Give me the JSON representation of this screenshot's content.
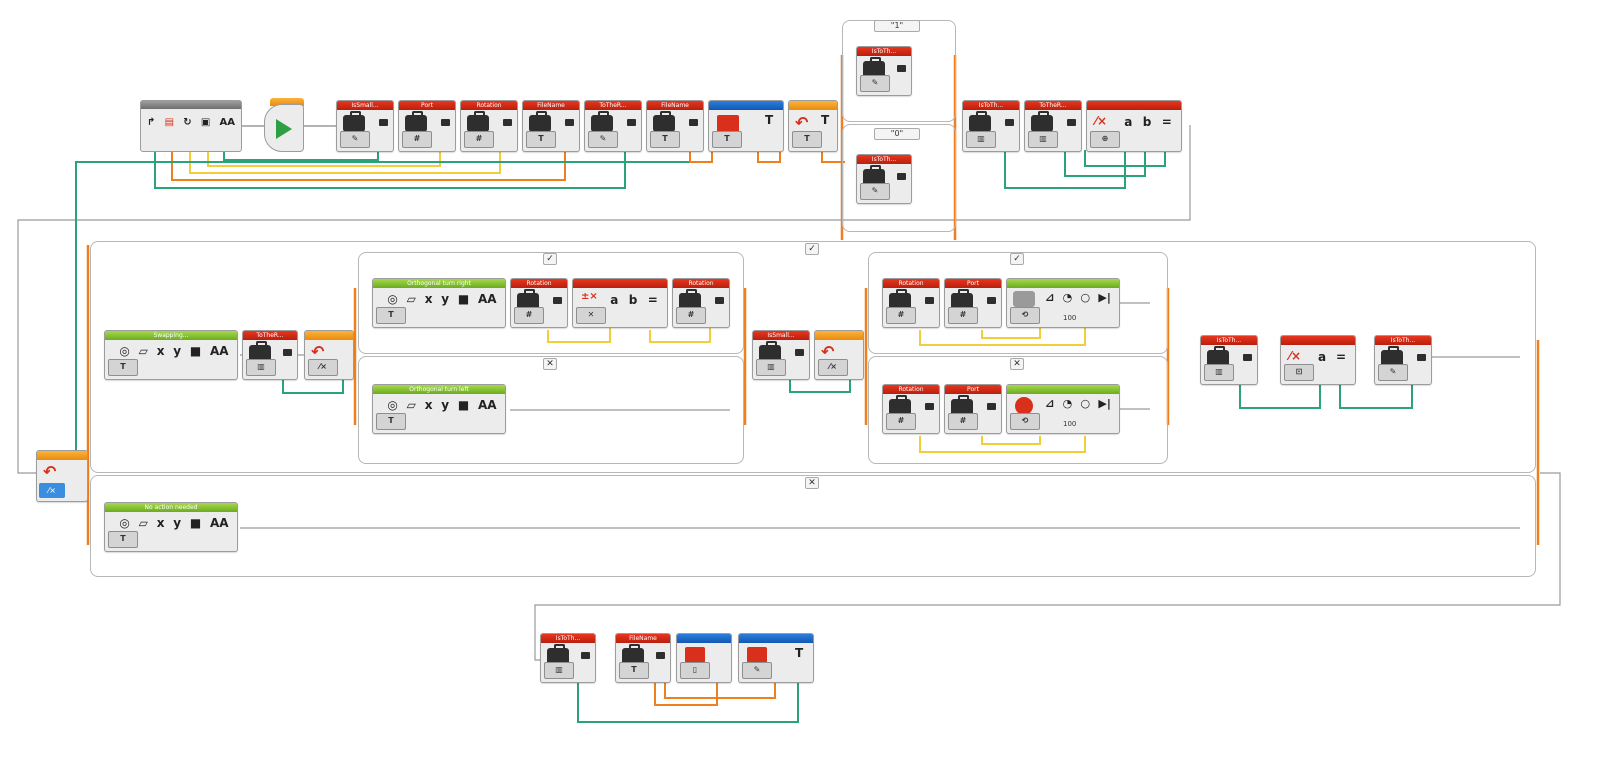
{
  "program": {
    "row1": {
      "blocks": [
        {
          "label": "IsSmall...",
          "color": "#d8301a"
        },
        {
          "label": "Port",
          "color": "#d8301a"
        },
        {
          "label": "Rotation",
          "color": "#d8301a"
        },
        {
          "label": "FileName",
          "color": "#d8301a"
        },
        {
          "label": "ToTheR...",
          "color": "#d8301a"
        },
        {
          "label": "FileName",
          "color": "#d8301a"
        },
        {
          "label": "",
          "color": "#1f6fd0"
        },
        {
          "label": "",
          "color": "#f2a020"
        },
        {
          "label": "IsToTh...",
          "color": "#d8301a"
        },
        {
          "label": "ToTheR...",
          "color": "#d8301a"
        },
        {
          "label": "",
          "color": "#d8301a"
        }
      ],
      "switch_cases": [
        {
          "label": "\"1\"",
          "block": "IsToTh..."
        },
        {
          "label": "\"0\"",
          "block": "IsToTh..."
        }
      ]
    },
    "loop_main": {
      "case_true_mark": "✓",
      "case_false_mark": "✕",
      "true_branch": {
        "swap_block": "Swapping...",
        "after_swap": "ToTheR...",
        "inner_switch": {
          "true_mark": "✓",
          "false_mark": "✕",
          "true_blocks": [
            "Orthogonal turn right",
            "Rotation",
            "",
            "Rotation"
          ],
          "false_blocks": [
            "Orthogonal turn left"
          ]
        },
        "is_small": "IsSmall...",
        "second_switch": {
          "true_mark": "✓",
          "false_mark": "✕",
          "true_blocks": [
            "Rotation",
            "Port",
            ""
          ],
          "false_blocks": [
            "Rotation",
            "Port",
            ""
          ]
        },
        "tail_blocks": [
          "IsToTh...",
          "",
          "IsToTh..."
        ]
      },
      "false_branch": {
        "block": "No action needed"
      }
    },
    "row3": {
      "blocks": [
        "IsToTh...",
        "FileName",
        "",
        ""
      ]
    },
    "glyphs": {
      "math_a": "a",
      "math_b": "b",
      "eq": "=",
      "text_T": "T",
      "hash": "#",
      "x": "x",
      "y": "y",
      "aa": "AA",
      "check": "✓",
      "cross": "✕",
      "val_100": "100",
      "val_0": "0"
    },
    "colors": {
      "wire_orange": "#f07f1f",
      "wire_yellow": "#f2cf3a",
      "wire_green": "#2aa37a",
      "wire_gray": "#9a9a9a"
    }
  }
}
